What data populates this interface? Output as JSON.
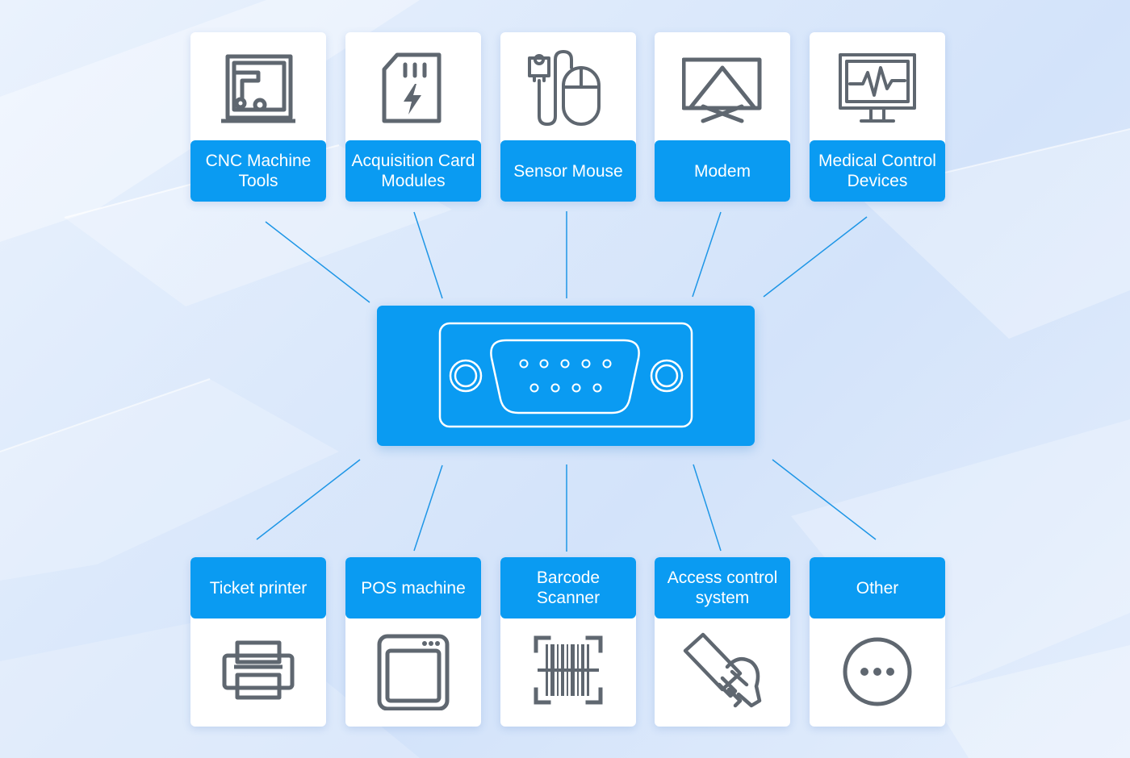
{
  "diagram": {
    "hub": {
      "icon": "db9-serial-port-icon"
    },
    "top_devices": [
      {
        "label": "CNC Machine Tools",
        "icon": "cnc-machine-icon"
      },
      {
        "label": "Acquisition Card Modules",
        "icon": "sd-card-icon"
      },
      {
        "label": "Sensor Mouse",
        "icon": "sensor-mouse-icon"
      },
      {
        "label": "Modem",
        "icon": "modem-icon"
      },
      {
        "label": "Medical Control Devices",
        "icon": "medical-monitor-icon"
      }
    ],
    "bottom_devices": [
      {
        "label": "Ticket printer",
        "icon": "printer-icon"
      },
      {
        "label": "POS machine",
        "icon": "pos-machine-icon"
      },
      {
        "label": "Barcode Scanner",
        "icon": "barcode-scanner-icon"
      },
      {
        "label": "Access control system",
        "icon": "access-card-icon"
      },
      {
        "label": "Other",
        "icon": "more-icon"
      }
    ],
    "colors": {
      "accent": "#0a9bf2",
      "icon_stroke": "#5f6770",
      "connector": "#1e96e6"
    }
  }
}
